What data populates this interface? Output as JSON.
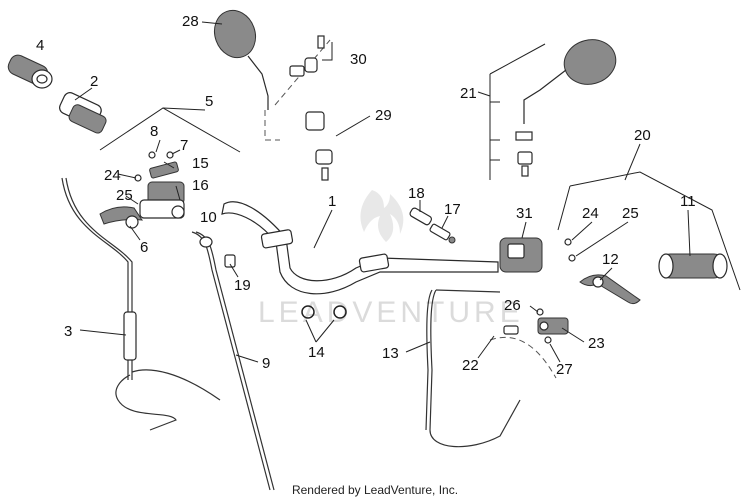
{
  "callouts": {
    "c1": "1",
    "c2": "2",
    "c3": "3",
    "c4": "4",
    "c5": "5",
    "c6": "6",
    "c7": "7",
    "c8": "8",
    "c9": "9",
    "c10": "10",
    "c11": "11",
    "c12": "12",
    "c13": "13",
    "c14": "14",
    "c15": "15",
    "c16": "16",
    "c17": "17",
    "c18": "18",
    "c19": "19",
    "c20": "20",
    "c21": "21",
    "c22": "22",
    "c23": "23",
    "c24a": "24",
    "c24b": "24",
    "c25a": "25",
    "c25b": "25",
    "c26": "26",
    "c27": "27",
    "c28": "28",
    "c29": "29",
    "c30": "30",
    "c31": "31"
  },
  "watermark": {
    "text": "LEADVENTURE"
  },
  "footer": {
    "text": "Rendered by LeadVenture, Inc."
  }
}
